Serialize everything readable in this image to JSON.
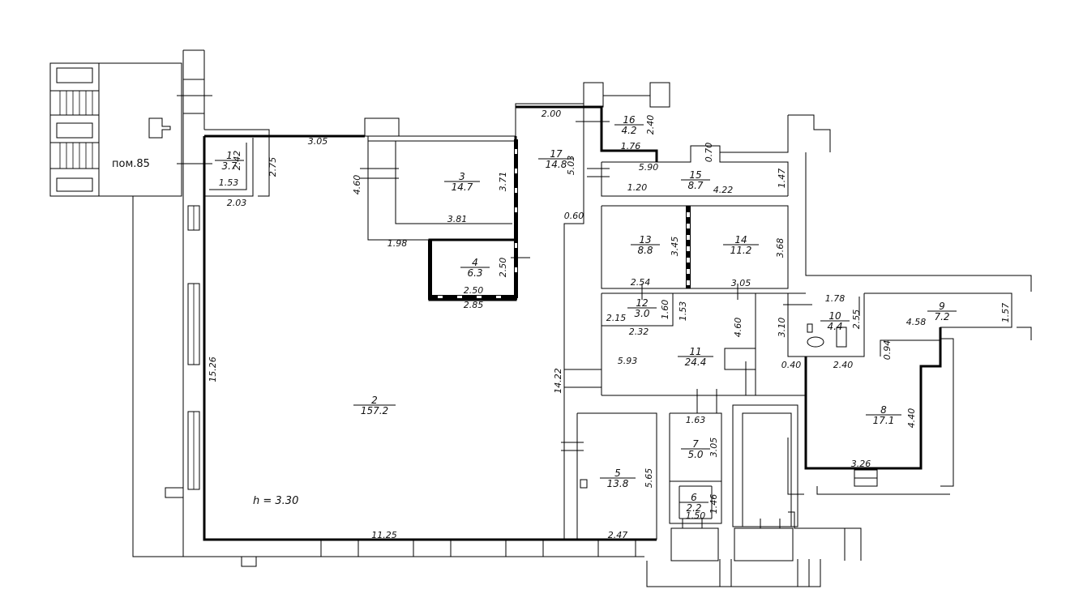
{
  "plan": {
    "premises_label": "пом.85",
    "ceiling_height": "h = 3.30",
    "colors": {
      "premises_label": "#e0201c",
      "ceiling_height": "#1c2ee0",
      "lines": "#000000"
    }
  },
  "rooms": [
    {
      "number": "1",
      "area": "3.7"
    },
    {
      "number": "2",
      "area": "157.2"
    },
    {
      "number": "3",
      "area": "14.7"
    },
    {
      "number": "4",
      "area": "6.3"
    },
    {
      "number": "5",
      "area": "13.8"
    },
    {
      "number": "6",
      "area": "2.2"
    },
    {
      "number": "7",
      "area": "5.0"
    },
    {
      "number": "8",
      "area": "17.1"
    },
    {
      "number": "9",
      "area": "7.2"
    },
    {
      "number": "10",
      "area": "4.4"
    },
    {
      "number": "11",
      "area": "24.4"
    },
    {
      "number": "12",
      "area": "3.0"
    },
    {
      "number": "13",
      "area": "8.8"
    },
    {
      "number": "14",
      "area": "11.2"
    },
    {
      "number": "15",
      "area": "8.7"
    },
    {
      "number": "16",
      "area": "4.2"
    },
    {
      "number": "17",
      "area": "14.8"
    }
  ],
  "dimensions": [
    "3.05",
    "2.42",
    "2.75",
    "1.53",
    "2.03",
    "4.60",
    "3.71",
    "3.81",
    "1.98",
    "2.50",
    "2.50",
    "2.85",
    "2.00",
    "5.03",
    "0.60",
    "2.40",
    "1.76",
    "5.90",
    "0.70",
    "1.20",
    "4.22",
    "1.47",
    "3.45",
    "3.68",
    "2.54",
    "3.05",
    "1.60",
    "1.53",
    "2.15",
    "2.32",
    "4.60",
    "5.93",
    "1.78",
    "2.55",
    "3.10",
    "4.58",
    "1.57",
    "0.94",
    "0.40",
    "2.40",
    "4.40",
    "3.26",
    "1.63",
    "3.05",
    "5.65",
    "2.47",
    "1.46",
    "1.50",
    "15.26",
    "14.22",
    "11.25"
  ]
}
